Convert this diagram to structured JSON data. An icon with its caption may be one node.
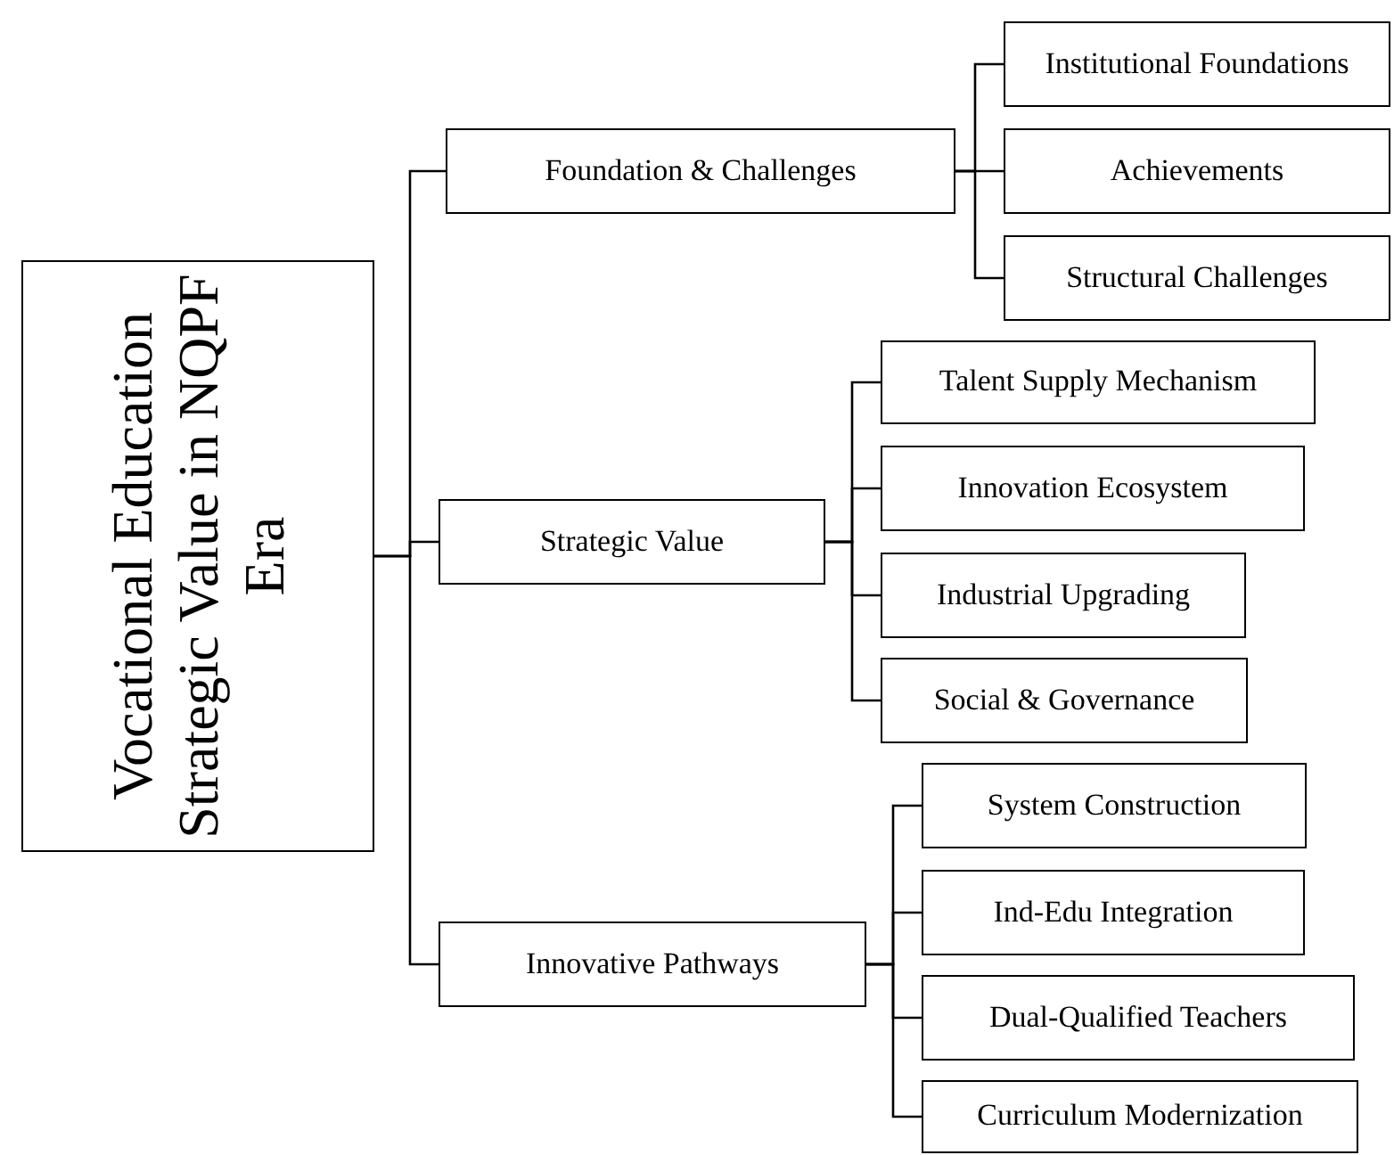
{
  "diagram": {
    "nodes": [
      {
        "text": [
          "Vocational Education Strategic Value in NQPF Era"
        ]
      },
      {
        "text": [
          "Foundation & Challenges"
        ]
      },
      {
        "text": [
          "Institutional Foundations"
        ]
      },
      {
        "text": [
          "Achievements"
        ]
      },
      {
        "text": [
          "Structural Challenges"
        ]
      },
      {
        "text": [
          "Strategic Value"
        ]
      },
      {
        "text": [
          "Talent Supply Mechanism"
        ]
      },
      {
        "text": [
          "Innovation Ecosystem"
        ]
      },
      {
        "text": [
          "Industrial Upgrading"
        ]
      },
      {
        "text": [
          "Social & Governance"
        ]
      },
      {
        "text": [
          "Innovative Pathways"
        ]
      },
      {
        "text": [
          "System Construction"
        ]
      },
      {
        "text": [
          "Ind-Edu Integration"
        ]
      },
      {
        "text": [
          "Dual-Qualified Teachers"
        ]
      },
      {
        "text": [
          "Curriculum Modernization"
        ]
      }
    ],
    "edges": [
      {
        "from": 0,
        "to": 1,
        "arrow": "none"
      },
      {
        "from": 0,
        "to": 5,
        "arrow": "none"
      },
      {
        "from": 0,
        "to": 10,
        "arrow": "none"
      },
      {
        "from": 1,
        "to": 2,
        "arrow": "none"
      },
      {
        "from": 1,
        "to": 3,
        "arrow": "none"
      },
      {
        "from": 1,
        "to": 4,
        "arrow": "none"
      },
      {
        "from": 5,
        "to": 6,
        "arrow": "none"
      },
      {
        "from": 5,
        "to": 7,
        "arrow": "none"
      },
      {
        "from": 5,
        "to": 8,
        "arrow": "none"
      },
      {
        "from": 5,
        "to": 9,
        "arrow": "none"
      },
      {
        "from": 10,
        "to": 11,
        "arrow": "none"
      },
      {
        "from": 10,
        "to": 12,
        "arrow": "none"
      },
      {
        "from": 10,
        "to": 13,
        "arrow": "none"
      },
      {
        "from": 10,
        "to": 14,
        "arrow": "none"
      }
    ]
  }
}
